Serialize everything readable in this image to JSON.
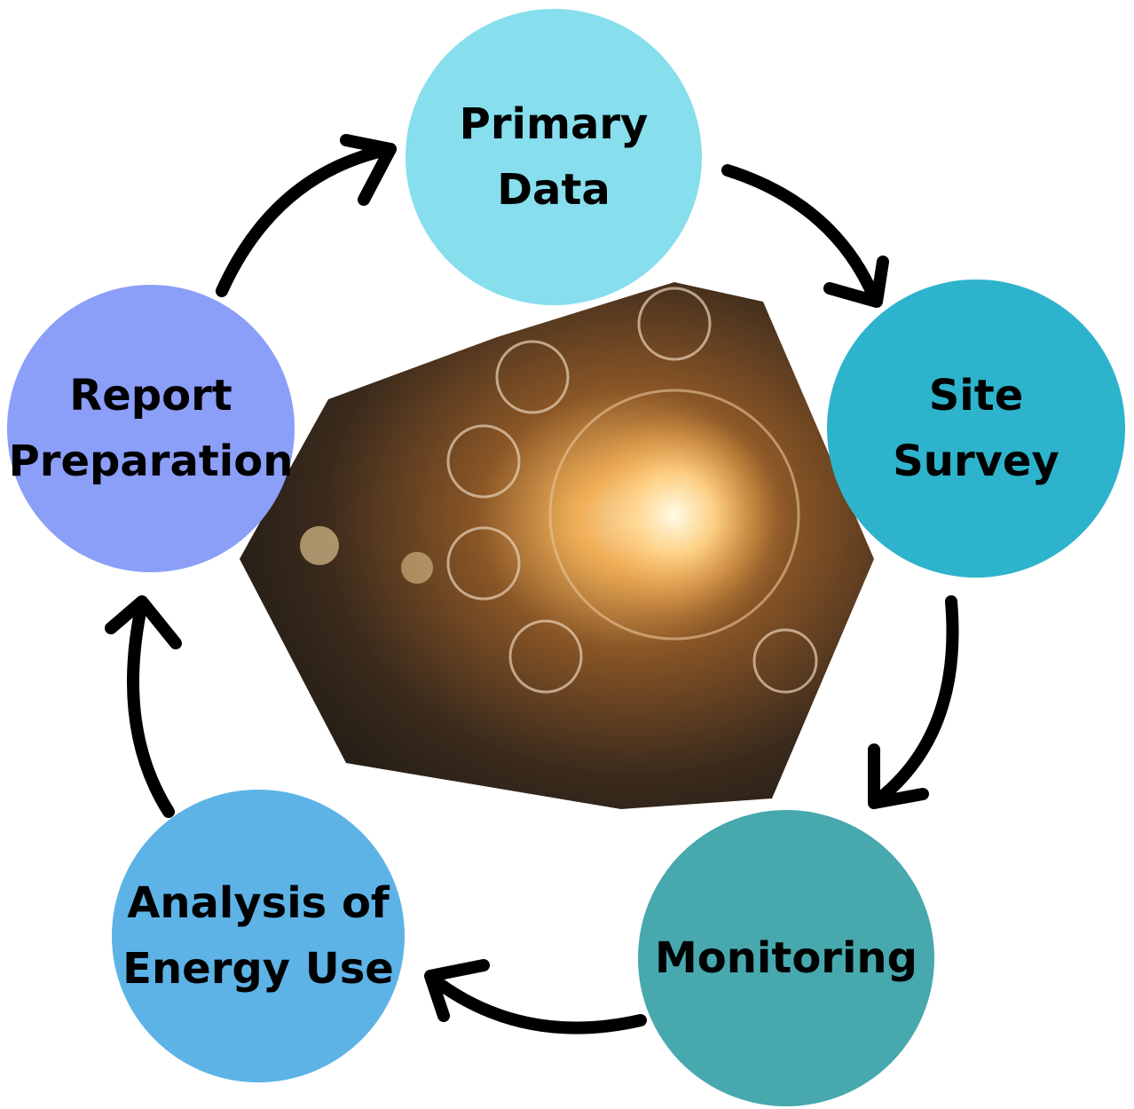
{
  "diagram": {
    "type": "cycle",
    "steps": [
      {
        "label": "Primary\nData",
        "color": "#87DEED"
      },
      {
        "label": "Site\nSurvey",
        "color": "#2EB3CC"
      },
      {
        "label": "Monitoring",
        "color": "#47A8AE"
      },
      {
        "label": "Analysis of\nEnergy Use",
        "color": "#5DB3E6"
      },
      {
        "label": "Report\nPreparation",
        "color": "#8B9EF8"
      }
    ],
    "center_image": "energy-lightbulb-photo"
  }
}
